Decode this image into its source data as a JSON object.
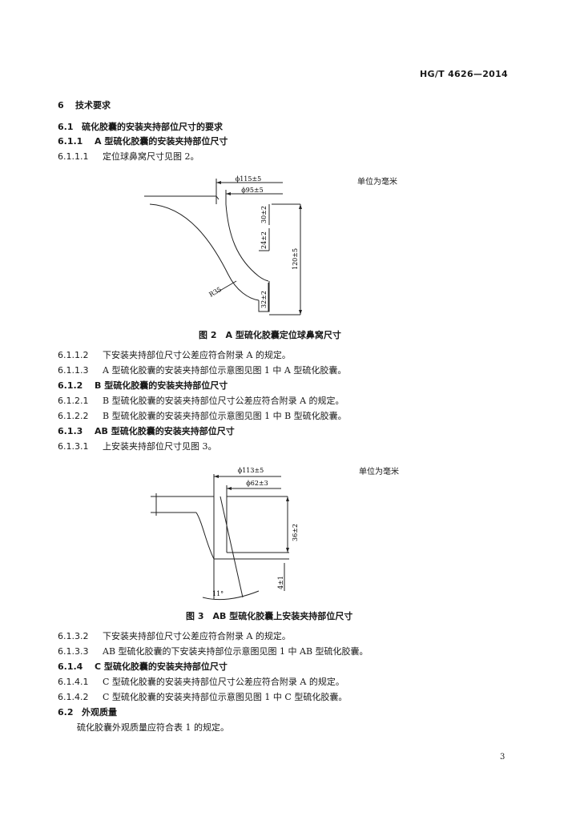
{
  "header": {
    "doc_code": "HG/T 4626—2014"
  },
  "page_number": "3",
  "s6": {
    "num": "6",
    "title": "技术要求"
  },
  "s6_1": {
    "num": "6.1",
    "title": "硫化胶囊的安装夹持部位尺寸的要求"
  },
  "s6_1_1": {
    "num": "6.1.1",
    "title": "A 型硫化胶囊的安装夹持部位尺寸"
  },
  "s6_1_1_1": {
    "num": "6.1.1.1",
    "text": "定位球鼻窝尺寸见图 2。"
  },
  "fig2": {
    "unit": "单位为毫米",
    "caption": "图 2　A 型硫化胶囊定位球鼻窝尺寸",
    "dims": {
      "d115": "ϕ115±5",
      "d95": "ϕ95±5",
      "v30": "30±2",
      "v24": "24±2",
      "v120": "120±5",
      "v32": "32±2",
      "r35": "R35"
    }
  },
  "s6_1_1_2": {
    "num": "6.1.1.2",
    "text": "下安装夹持部位尺寸公差应符合附录 A 的规定。"
  },
  "s6_1_1_3": {
    "num": "6.1.1.3",
    "text": "A 型硫化胶囊的安装夹持部位示意图见图 1 中 A 型硫化胶囊。"
  },
  "s6_1_2": {
    "num": "6.1.2",
    "title": "B 型硫化胶囊的安装夹持部位尺寸"
  },
  "s6_1_2_1": {
    "num": "6.1.2.1",
    "text": "B 型硫化胶囊的安装夹持部位尺寸公差应符合附录 A 的规定。"
  },
  "s6_1_2_2": {
    "num": "6.1.2.2",
    "text": "B 型硫化胶囊的安装夹持部位示意图见图 1 中 B 型硫化胶囊。"
  },
  "s6_1_3": {
    "num": "6.1.3",
    "title": "AB 型硫化胶囊的安装夹持部位尺寸"
  },
  "s6_1_3_1": {
    "num": "6.1.3.1",
    "text": "上安装夹持部位尺寸见图 3。"
  },
  "fig3": {
    "unit": "单位为毫米",
    "caption": "图 3　AB 型硫化胶囊上安装夹持部位尺寸",
    "dims": {
      "d113": "ϕ113±5",
      "d62": "ϕ62±3",
      "v36": "36±2",
      "v4": "4±1",
      "a11": "11°"
    }
  },
  "s6_1_3_2": {
    "num": "6.1.3.2",
    "text": "下安装夹持部位尺寸公差应符合附录 A 的规定。"
  },
  "s6_1_3_3": {
    "num": "6.1.3.3",
    "text": "AB 型硫化胶囊的下安装夹持部位示意图见图 1 中 AB 型硫化胶囊。"
  },
  "s6_1_4": {
    "num": "6.1.4",
    "title": "C 型硫化胶囊的安装夹持部位尺寸"
  },
  "s6_1_4_1": {
    "num": "6.1.4.1",
    "text": "C 型硫化胶囊的安装夹持部位尺寸公差应符合附录 A 的规定。"
  },
  "s6_1_4_2": {
    "num": "6.1.4.2",
    "text": "C 型硫化胶囊的安装夹持部位示意图见图 1 中 C 型硫化胶囊。"
  },
  "s6_2": {
    "num": "6.2",
    "title": "外观质量"
  },
  "s6_2_body": {
    "text": "硫化胶囊外观质量应符合表 1 的规定。"
  }
}
